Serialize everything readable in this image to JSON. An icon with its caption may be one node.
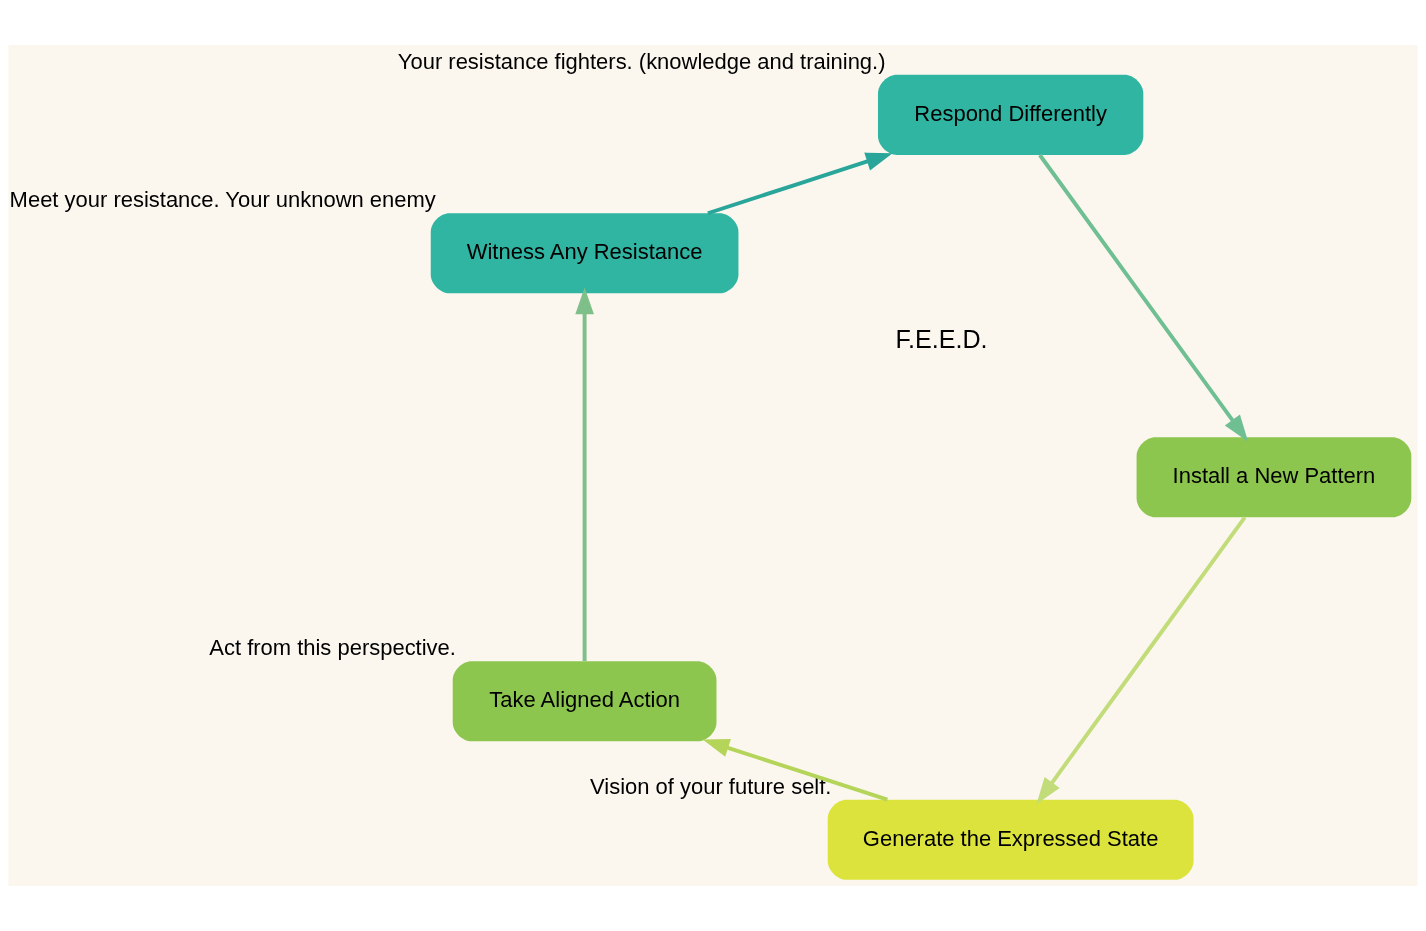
{
  "diagram": {
    "nodes": [
      {
        "text": [
          "Generate the Expressed State"
        ],
        "beside": [
          "Vision of your future self."
        ]
      },
      {
        "text": [
          "Take Aligned Action"
        ],
        "beside": [
          "Act from this perspective."
        ]
      },
      {
        "text": [
          "Witness Any Resistance"
        ],
        "beside": [
          "Meet your resistance. Your unknown enemy"
        ]
      },
      {
        "text": [
          "Respond Differently"
        ],
        "beside": [
          "Your resistance fighters. (knowledge and training.)"
        ]
      },
      {
        "text": [
          "Install a New Pattern"
        ]
      }
    ],
    "edges": [
      {
        "from": 0,
        "to": 1,
        "arrow": "to",
        "color": "#b5d45a"
      },
      {
        "from": 1,
        "to": 2,
        "arrow": "to",
        "color": "#7fbf8a"
      },
      {
        "from": 2,
        "to": 3,
        "arrow": "to",
        "color": "#2aa59a"
      },
      {
        "from": 3,
        "to": 4,
        "arrow": "to",
        "color": "#6fbf93"
      },
      {
        "from": 4,
        "to": 0,
        "arrow": "to",
        "color": "#c2dc7a"
      }
    ],
    "labels": [
      "F.E.E.D."
    ]
  }
}
